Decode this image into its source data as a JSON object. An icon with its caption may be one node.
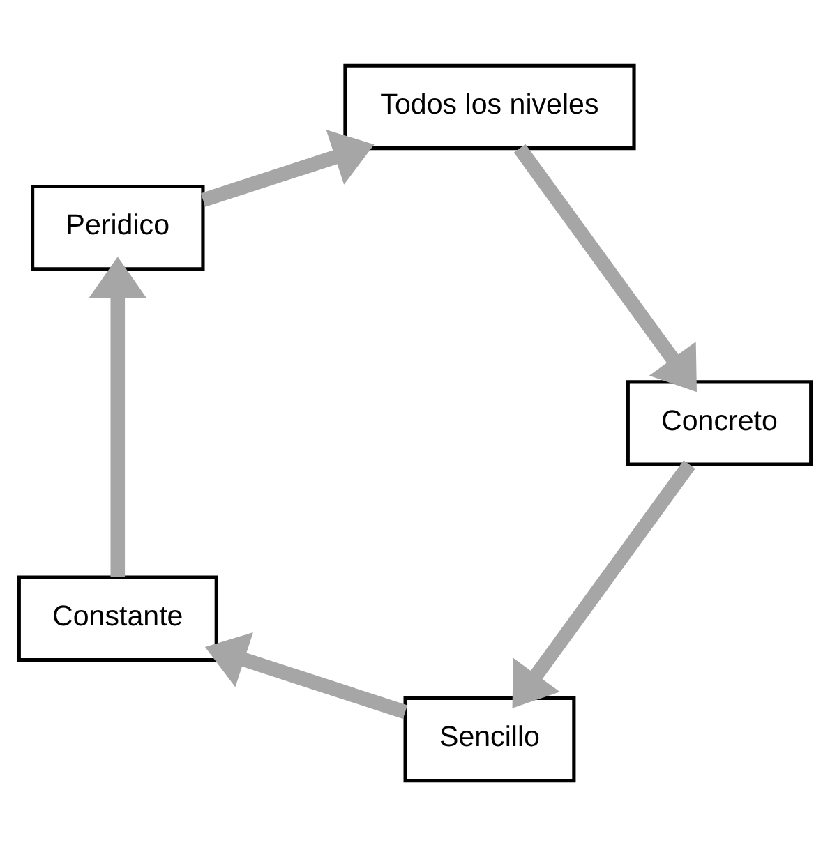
{
  "diagram": {
    "nodes": [
      {
        "text": [
          "Sencillo"
        ]
      },
      {
        "text": [
          "Constante"
        ]
      },
      {
        "text": [
          "Peridico"
        ]
      },
      {
        "text": [
          "Todos los niveles"
        ]
      },
      {
        "text": [
          "Concreto"
        ]
      }
    ],
    "edges": [
      {
        "from": 0,
        "to": 1,
        "arrow": "to"
      },
      {
        "from": 1,
        "to": 2,
        "arrow": "to"
      },
      {
        "from": 2,
        "to": 3,
        "arrow": "to"
      },
      {
        "from": 3,
        "to": 4,
        "arrow": "to"
      },
      {
        "from": 4,
        "to": 0,
        "arrow": "to"
      }
    ]
  }
}
